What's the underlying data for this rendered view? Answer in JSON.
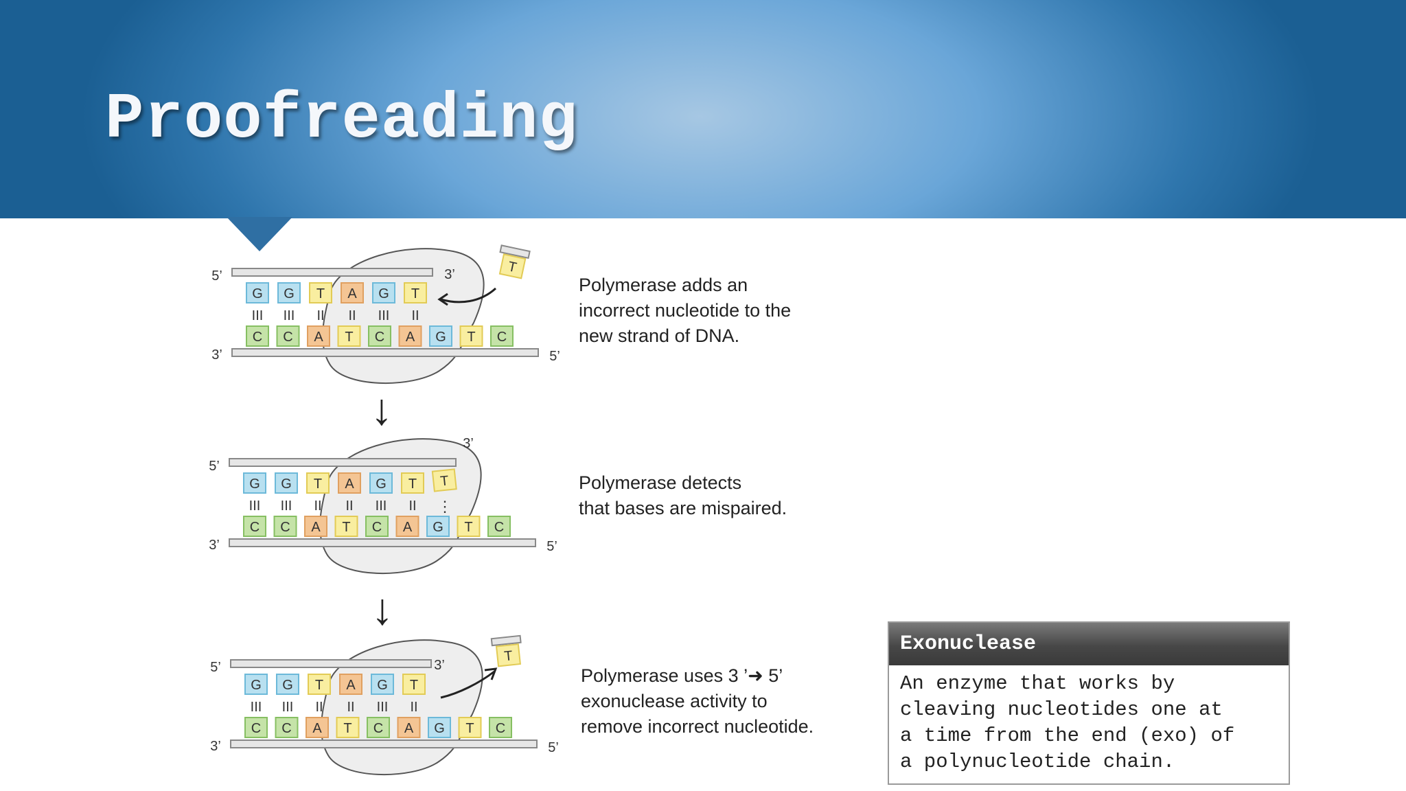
{
  "title": "Proofreading",
  "steps": [
    {
      "caption": "Polymerase adds an\nincorrect nucleotide to the\nnew strand of DNA."
    },
    {
      "caption": "Polymerase detects\nthat bases are mispaired."
    },
    {
      "caption": "Polymerase uses 3 ’➜ 5’\nexonuclease activity to\nremove incorrect nucleotide."
    }
  ],
  "strands": {
    "top": [
      "G",
      "G",
      "T",
      "A",
      "G",
      "T"
    ],
    "bottom": [
      "C",
      "C",
      "A",
      "T",
      "C",
      "A",
      "G",
      "T",
      "C"
    ],
    "bonds": [
      "III",
      "III",
      "II",
      "II",
      "III",
      "II"
    ],
    "incoming": "T",
    "mismatch_mark": "⋮"
  },
  "end_labels": {
    "five": "5’",
    "three": "3’"
  },
  "arrow_glyph": "↓",
  "base_colors": {
    "G": "#b8e0f0",
    "C": "#c5e3a8",
    "T": "#f9eea0",
    "A": "#f4c594"
  },
  "base_borders": {
    "G": "#6cb9d9",
    "C": "#86bf62",
    "T": "#e2cb55",
    "A": "#e0a060"
  },
  "definition": {
    "term": "Exonuclease",
    "text": "An enzyme that works by\ncleaving nucleotides one at\na time from the end (exo) of\na polynucleotide chain."
  }
}
